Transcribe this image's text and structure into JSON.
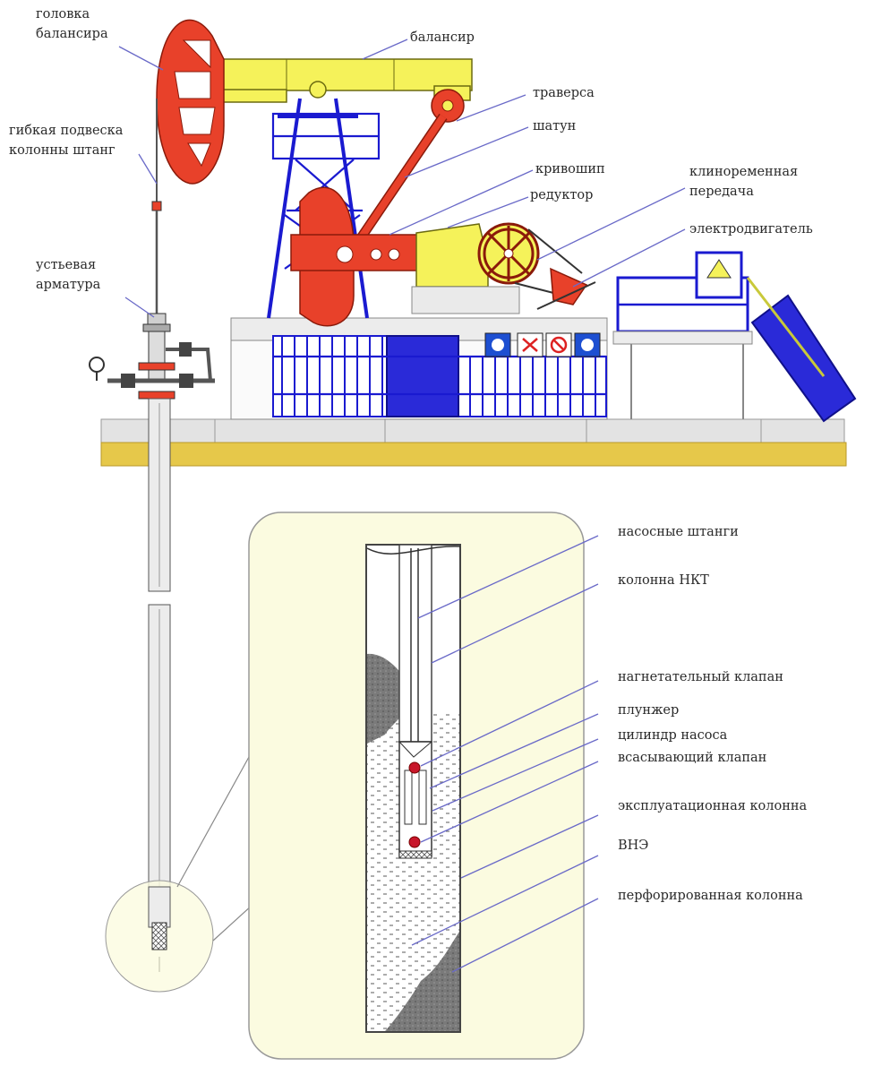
{
  "labels": {
    "head": [
      "головка",
      "балансира"
    ],
    "balancer": "балансир",
    "flex": [
      "гибкая подвеска",
      "колонны штанг"
    ],
    "traverse": "траверса",
    "rod": "шатун",
    "crank": "кривошип",
    "reducer": "редуктор",
    "belt": [
      "клиноременная",
      "передача"
    ],
    "motor": "электродвигатель",
    "wellhead": [
      "устьевая",
      "арматура"
    ],
    "pump_rods": "насосные штанги",
    "tubing": "колонна НКТ",
    "discharge_valve": "нагнетательный клапан",
    "plunger": "плунжер",
    "cylinder": "цилиндр насоса",
    "suction_valve": "всасывающий клапан",
    "casing": "эксплуатационная колонна",
    "vne": "ВНЭ",
    "perforated": "перфорированная колонна"
  },
  "colors": {
    "walking_beam": "#f5f25a",
    "head_and_crank": "#e8412a",
    "frame": "#1a1ad0",
    "ground": "#e6c84a",
    "detail_panel": "#fbfbe0"
  }
}
